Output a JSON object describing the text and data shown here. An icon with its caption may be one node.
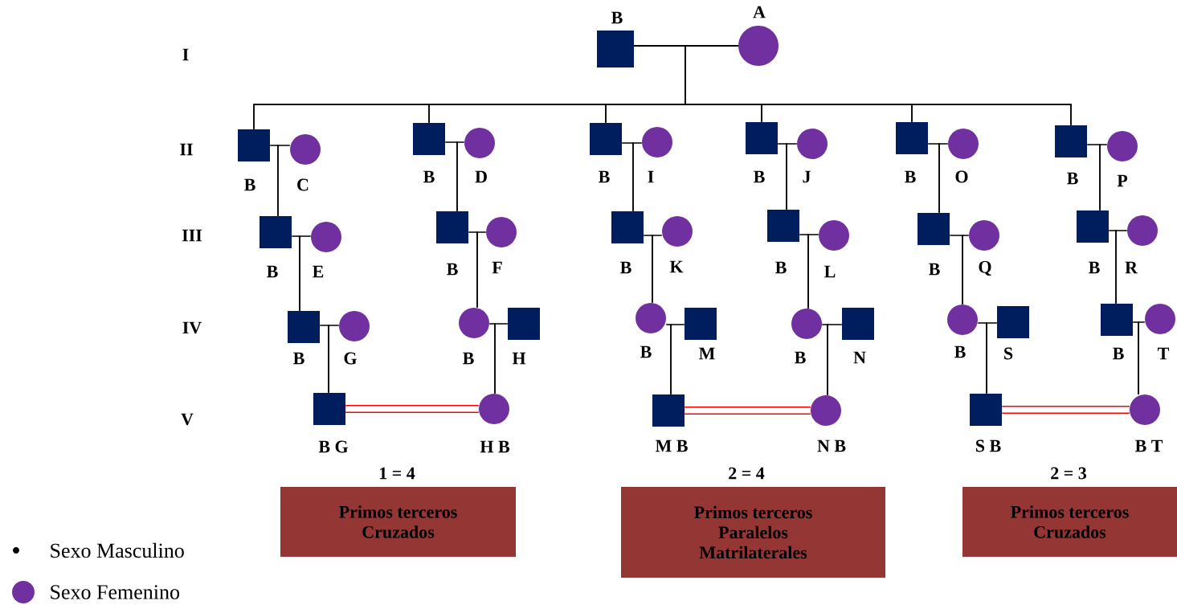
{
  "diagram": {
    "nodes": [
      {
        "text": [],
        "shape": "box",
        "beside": [
          "B"
        ]
      },
      {
        "text": [],
        "shape": "circle",
        "beside": [
          "A"
        ]
      },
      {
        "text": [],
        "shape": "box",
        "beside": [
          "B"
        ]
      },
      {
        "text": [],
        "shape": "circle",
        "beside": [
          "C"
        ]
      },
      {
        "text": [],
        "shape": "box",
        "beside": [
          "B"
        ]
      },
      {
        "text": [],
        "shape": "circle",
        "beside": [
          "D"
        ]
      },
      {
        "text": [],
        "shape": "box",
        "beside": [
          "B"
        ]
      },
      {
        "text": [],
        "shape": "circle",
        "beside": [
          "I"
        ]
      },
      {
        "text": [],
        "shape": "box",
        "beside": [
          "B"
        ]
      },
      {
        "text": [],
        "shape": "circle",
        "beside": [
          "J"
        ]
      },
      {
        "text": [],
        "shape": "box",
        "beside": [
          "B"
        ]
      },
      {
        "text": [],
        "shape": "circle",
        "beside": [
          "O"
        ]
      },
      {
        "text": [],
        "shape": "box",
        "beside": [
          "B"
        ]
      },
      {
        "text": [],
        "shape": "circle",
        "beside": [
          "P"
        ]
      },
      {
        "text": [],
        "shape": "box",
        "beside": [
          "B"
        ]
      },
      {
        "text": [],
        "shape": "circle",
        "beside": [
          "E"
        ]
      },
      {
        "text": [],
        "shape": "box",
        "beside": [
          "B"
        ]
      },
      {
        "text": [],
        "shape": "circle",
        "beside": [
          "F"
        ]
      },
      {
        "text": [],
        "shape": "box",
        "beside": [
          "B"
        ]
      },
      {
        "text": [],
        "shape": "circle",
        "beside": [
          "K"
        ]
      },
      {
        "text": [],
        "shape": "box",
        "beside": [
          "B"
        ]
      },
      {
        "text": [],
        "shape": "circle",
        "beside": [
          "L"
        ]
      },
      {
        "text": [],
        "shape": "box",
        "beside": [
          "B"
        ]
      },
      {
        "text": [],
        "shape": "circle",
        "beside": [
          "Q"
        ]
      },
      {
        "text": [],
        "shape": "box",
        "beside": [
          "B"
        ]
      },
      {
        "text": [],
        "shape": "circle",
        "beside": [
          "R"
        ]
      },
      {
        "text": [],
        "shape": "box",
        "beside": [
          "B"
        ]
      },
      {
        "text": [],
        "shape": "circle",
        "beside": [
          "G"
        ]
      },
      {
        "text": [],
        "shape": "circle",
        "beside": [
          "B"
        ]
      },
      {
        "text": [],
        "shape": "box",
        "beside": [
          "H"
        ]
      },
      {
        "text": [],
        "shape": "circle",
        "beside": [
          "B"
        ]
      },
      {
        "text": [],
        "shape": "box",
        "beside": [
          "M"
        ]
      },
      {
        "text": [],
        "shape": "circle",
        "beside": [
          "B"
        ]
      },
      {
        "text": [],
        "shape": "box",
        "beside": [
          "N"
        ]
      },
      {
        "text": [],
        "shape": "circle",
        "beside": [
          "B"
        ]
      },
      {
        "text": [],
        "shape": "box",
        "beside": [
          "S"
        ]
      },
      {
        "text": [],
        "shape": "box",
        "beside": [
          "B"
        ]
      },
      {
        "text": [],
        "shape": "circle",
        "beside": [
          "T"
        ]
      },
      {
        "text": [],
        "shape": "box",
        "beside": [
          "B G"
        ]
      },
      {
        "text": [],
        "shape": "circle",
        "beside": [
          "H B"
        ]
      },
      {
        "text": [],
        "shape": "box",
        "beside": [
          "M B"
        ]
      },
      {
        "text": [],
        "shape": "circle",
        "beside": [
          "N B"
        ]
      },
      {
        "text": [],
        "shape": "box",
        "beside": [
          "S B"
        ]
      },
      {
        "text": [],
        "shape": "circle",
        "beside": [
          "B T"
        ]
      },
      {
        "text": [
          "Primos terceros Cruzados"
        ],
        "beside": [
          "1 = 4"
        ]
      },
      {
        "text": [
          "Primos terceros Paralelos Matrilaterales"
        ],
        "beside": [
          "2 = 4"
        ]
      },
      {
        "text": [
          "Primos terceros Cruzados"
        ],
        "beside": [
          "2 = 3"
        ]
      }
    ],
    "edges": [
      {
        "from": 0,
        "to": 2,
        "arrow": "none"
      },
      {
        "from": 0,
        "to": 4,
        "arrow": "none"
      },
      {
        "from": 0,
        "to": 6,
        "arrow": "none"
      },
      {
        "from": 0,
        "to": 8,
        "arrow": "none"
      },
      {
        "from": 0,
        "to": 10,
        "arrow": "none"
      },
      {
        "from": 0,
        "to": 12,
        "arrow": "none"
      },
      {
        "from": 1,
        "to": 2,
        "arrow": "none"
      },
      {
        "from": 1,
        "to": 4,
        "arrow": "none"
      },
      {
        "from": 1,
        "to": 6,
        "arrow": "none"
      },
      {
        "from": 1,
        "to": 8,
        "arrow": "none"
      },
      {
        "from": 1,
        "to": 10,
        "arrow": "none"
      },
      {
        "from": 1,
        "to": 12,
        "arrow": "none"
      },
      {
        "from": 2,
        "to": 14,
        "arrow": "none"
      },
      {
        "from": 3,
        "to": 14,
        "arrow": "none"
      },
      {
        "from": 4,
        "to": 16,
        "arrow": "none"
      },
      {
        "from": 5,
        "to": 16,
        "arrow": "none"
      },
      {
        "from": 6,
        "to": 18,
        "arrow": "none"
      },
      {
        "from": 7,
        "to": 18,
        "arrow": "none"
      },
      {
        "from": 8,
        "to": 20,
        "arrow": "none"
      },
      {
        "from": 9,
        "to": 20,
        "arrow": "none"
      },
      {
        "from": 10,
        "to": 22,
        "arrow": "none"
      },
      {
        "from": 11,
        "to": 22,
        "arrow": "none"
      },
      {
        "from": 12,
        "to": 24,
        "arrow": "none"
      },
      {
        "from": 13,
        "to": 24,
        "arrow": "none"
      },
      {
        "from": 14,
        "to": 26,
        "arrow": "none"
      },
      {
        "from": 15,
        "to": 26,
        "arrow": "none"
      },
      {
        "from": 16,
        "to": 28,
        "arrow": "none"
      },
      {
        "from": 17,
        "to": 28,
        "arrow": "none"
      },
      {
        "from": 18,
        "to": 30,
        "arrow": "none"
      },
      {
        "from": 19,
        "to": 30,
        "arrow": "none"
      },
      {
        "from": 20,
        "to": 32,
        "arrow": "none"
      },
      {
        "from": 21,
        "to": 32,
        "arrow": "none"
      },
      {
        "from": 22,
        "to": 34,
        "arrow": "none"
      },
      {
        "from": 23,
        "to": 34,
        "arrow": "none"
      },
      {
        "from": 24,
        "to": 36,
        "arrow": "none"
      },
      {
        "from": 25,
        "to": 36,
        "arrow": "none"
      },
      {
        "from": 26,
        "to": 38,
        "arrow": "none"
      },
      {
        "from": 27,
        "to": 38,
        "arrow": "none"
      },
      {
        "from": 28,
        "to": 39,
        "arrow": "none"
      },
      {
        "from": 29,
        "to": 39,
        "arrow": "none"
      },
      {
        "from": 30,
        "to": 40,
        "arrow": "none"
      },
      {
        "from": 31,
        "to": 40,
        "arrow": "none"
      },
      {
        "from": 32,
        "to": 41,
        "arrow": "none"
      },
      {
        "from": 33,
        "to": 41,
        "arrow": "none"
      },
      {
        "from": 34,
        "to": 42,
        "arrow": "none"
      },
      {
        "from": 35,
        "to": 42,
        "arrow": "none"
      },
      {
        "from": 36,
        "to": 43,
        "arrow": "none"
      },
      {
        "from": 37,
        "to": 43,
        "arrow": "none"
      },
      {
        "from": 38,
        "to": 39,
        "arrow": "none",
        "style": "thick",
        "color": "#ff0000"
      },
      {
        "from": 40,
        "to": 41,
        "arrow": "none",
        "style": "thick",
        "color": "#ff0000"
      },
      {
        "from": 42,
        "to": 43,
        "arrow": "none",
        "style": "thick",
        "color": "#ff0000"
      }
    ],
    "labels": [
      "I",
      "II",
      "III",
      "IV",
      "V"
    ],
    "legend": [
      {
        "text": "Sexo Masculino",
        "color": "#000000"
      },
      {
        "text": "Sexo Femenino",
        "color": "#7030a0"
      }
    ]
  }
}
